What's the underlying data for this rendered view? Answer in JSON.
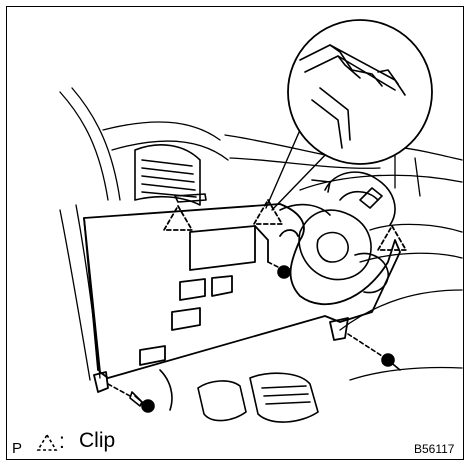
{
  "figure": {
    "page_letter": "P",
    "legend": {
      "symbol": ":",
      "label": "Clip",
      "symbol_icon": "dashed-triangle-clip-icon"
    },
    "figure_code": "B56117"
  }
}
